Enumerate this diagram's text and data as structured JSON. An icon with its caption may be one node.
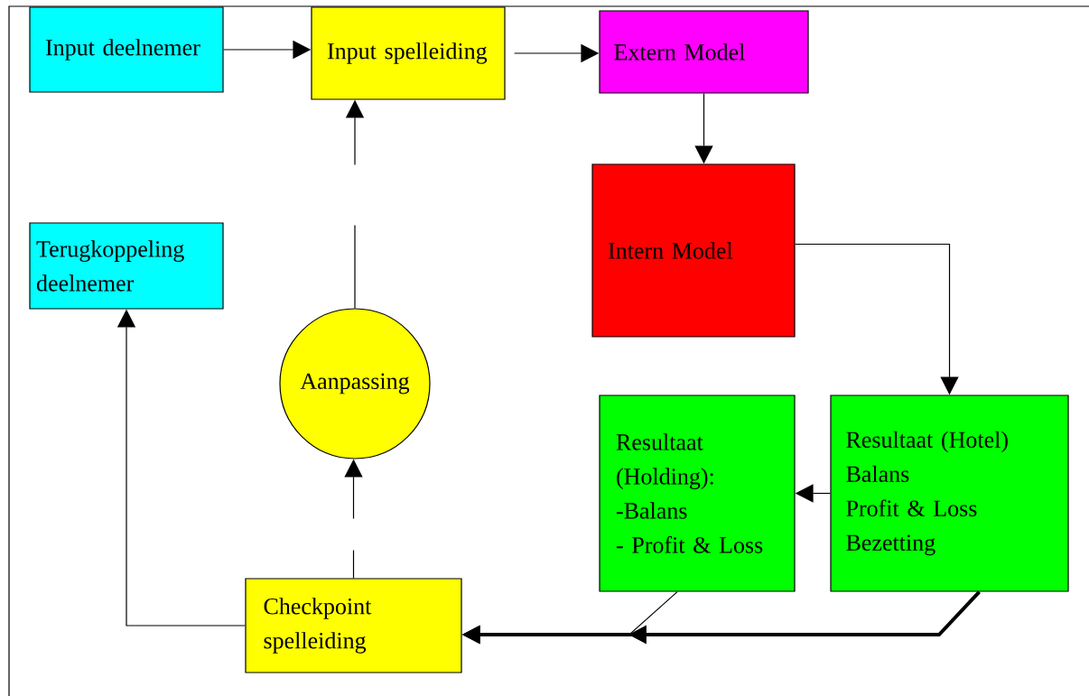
{
  "diagram": {
    "nodes": [
      {
        "text": [
          "Input deelnemer"
        ]
      },
      {
        "text": [
          "Input spelleiding"
        ]
      },
      {
        "text": [
          "Extern Model"
        ]
      },
      {
        "text": [
          "Intern Model"
        ]
      },
      {
        "text": [
          "Terugkoppeling deelnemer"
        ]
      },
      {
        "text": [
          "Aanpassing"
        ]
      },
      {
        "text": [
          "Resultaat (Holding):",
          "-Balans",
          "- Profit & Loss"
        ]
      },
      {
        "text": [
          "Resultaat (Hotel)",
          "Balans",
          "Profit & Loss",
          "Bezetting"
        ]
      },
      {
        "text": [
          "Checkpoint spelleiding"
        ]
      }
    ],
    "edges": [
      {
        "from": 0,
        "to": 1,
        "arrow": "to"
      },
      {
        "from": 1,
        "to": 2,
        "arrow": "to"
      },
      {
        "from": 2,
        "to": 3,
        "arrow": "to"
      },
      {
        "from": 3,
        "to": 7,
        "arrow": "to"
      },
      {
        "from": 7,
        "to": 6,
        "arrow": "to"
      },
      {
        "from": 8,
        "to": 5,
        "arrow": "to",
        "style": "dashed"
      },
      {
        "from": 5,
        "to": 1,
        "arrow": "to",
        "style": "dashed"
      },
      {
        "from": 6,
        "to": 8,
        "arrow": "to"
      },
      {
        "from": 7,
        "to": 8,
        "arrow": "to",
        "style": "thick"
      },
      {
        "from": 8,
        "to": 4,
        "arrow": "to"
      }
    ]
  }
}
